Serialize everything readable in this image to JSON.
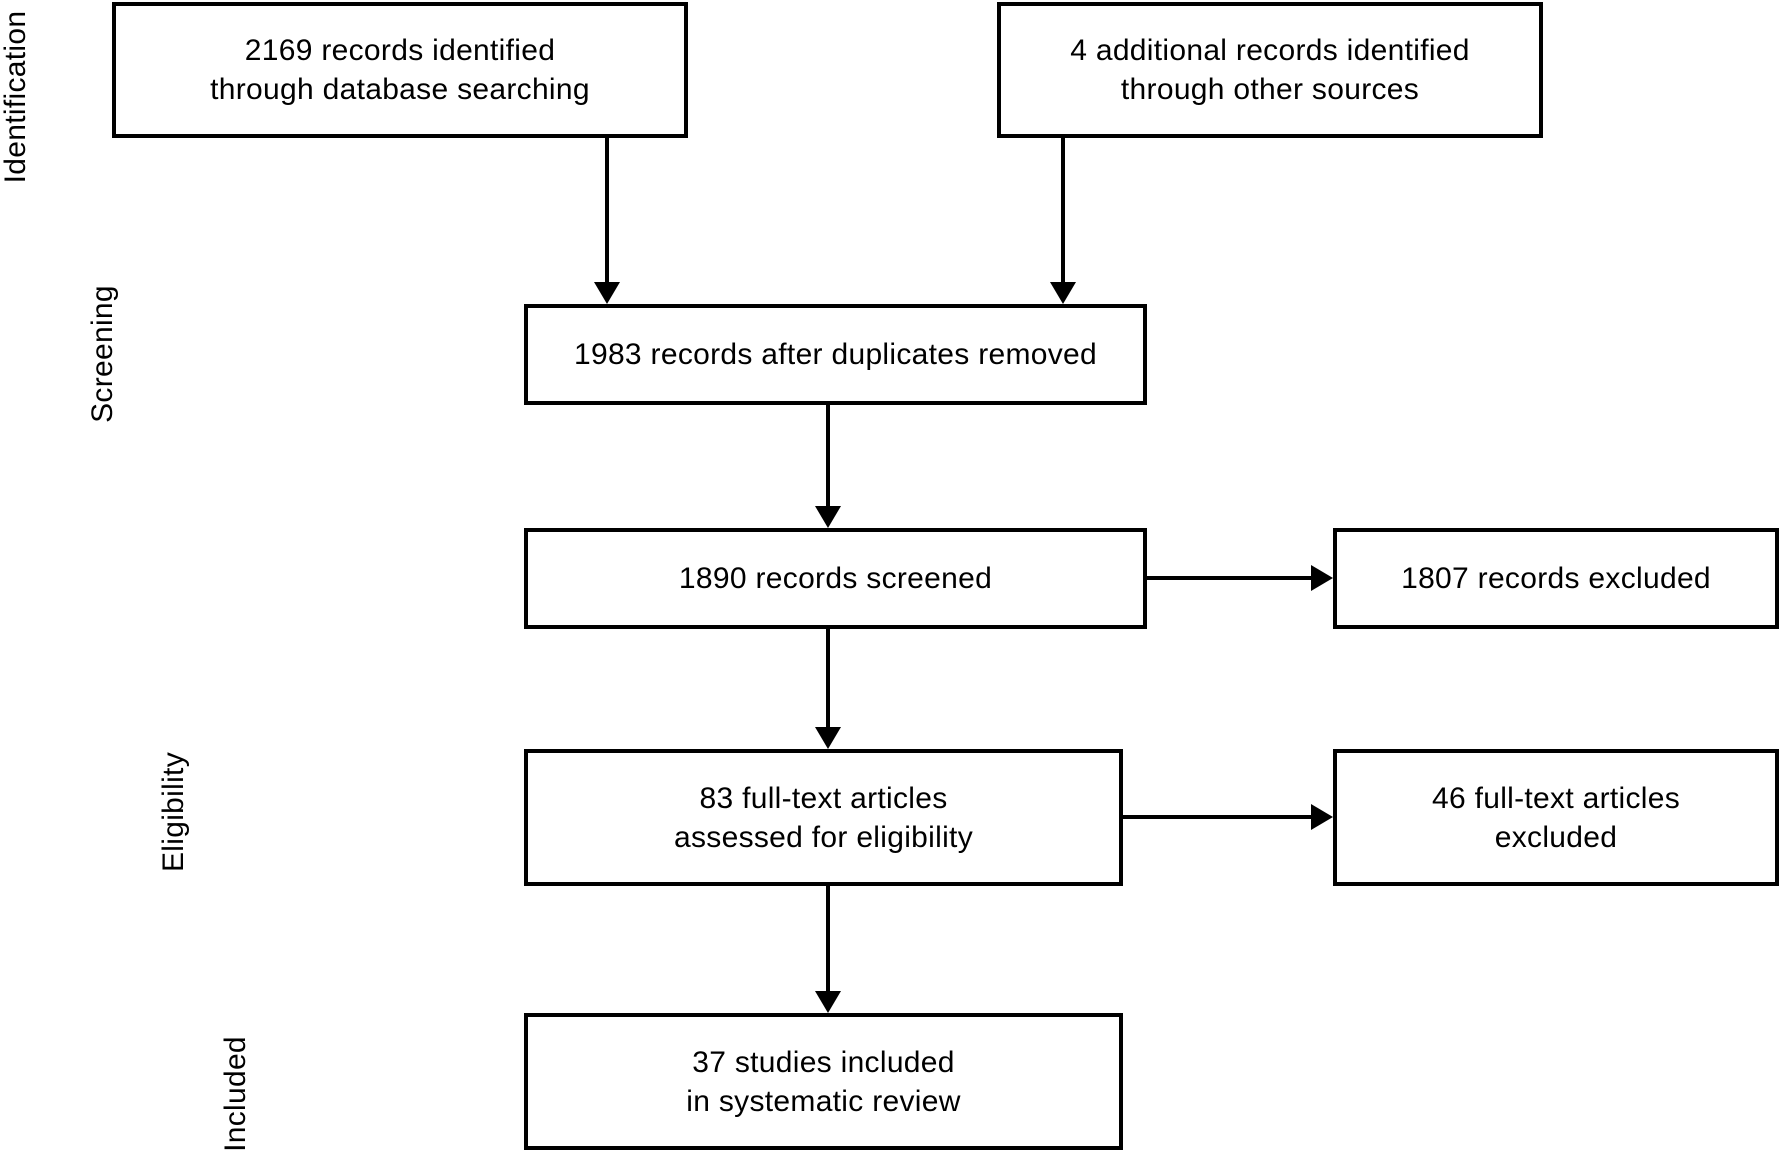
{
  "stages": [
    {
      "label": "Identification"
    },
    {
      "label": "Screening"
    },
    {
      "label": "Eligibility"
    },
    {
      "label": "Included"
    }
  ],
  "boxes": {
    "records_identified": {
      "lines": [
        "2169 records identified",
        "through database searching"
      ]
    },
    "additional_records": {
      "lines": [
        "4 additional records identified",
        "through other sources"
      ]
    },
    "after_duplicates": {
      "lines": [
        "1983 records after duplicates removed"
      ]
    },
    "records_screened": {
      "lines": [
        "1890 records screened"
      ]
    },
    "records_excluded": {
      "lines": [
        "1807 records excluded"
      ]
    },
    "fulltext_assessed": {
      "lines": [
        "83 full-text articles",
        "assessed for eligibility"
      ]
    },
    "fulltext_excluded": {
      "lines": [
        "46 full-text articles",
        "excluded"
      ]
    },
    "studies_included": {
      "lines": [
        "37 studies included",
        "in systematic review"
      ]
    }
  },
  "edges": [
    {
      "from": "records_identified",
      "to": "after_duplicates"
    },
    {
      "from": "additional_records",
      "to": "after_duplicates"
    },
    {
      "from": "after_duplicates",
      "to": "records_screened"
    },
    {
      "from": "records_screened",
      "to": "records_excluded"
    },
    {
      "from": "records_screened",
      "to": "fulltext_assessed"
    },
    {
      "from": "fulltext_assessed",
      "to": "fulltext_excluded"
    },
    {
      "from": "fulltext_assessed",
      "to": "studies_included"
    }
  ],
  "colors": {
    "line": "#000000",
    "text": "#000000",
    "box_background": "#ffffff",
    "page_background": "#ffffff"
  }
}
